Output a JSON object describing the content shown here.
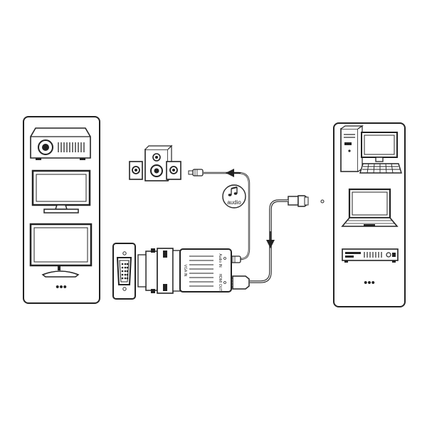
{
  "diagram": {
    "audio_badge": {
      "label": "audio",
      "icon": "music-note-icon"
    },
    "adapter": {
      "port_labels": [
        "VGA IN",
        "Audio IN",
        "HDMI OUT"
      ]
    },
    "more_indicator": "•••",
    "colors": {
      "line": "#222222",
      "fill": "#ffffff",
      "screen": "#e6e6e6"
    }
  }
}
